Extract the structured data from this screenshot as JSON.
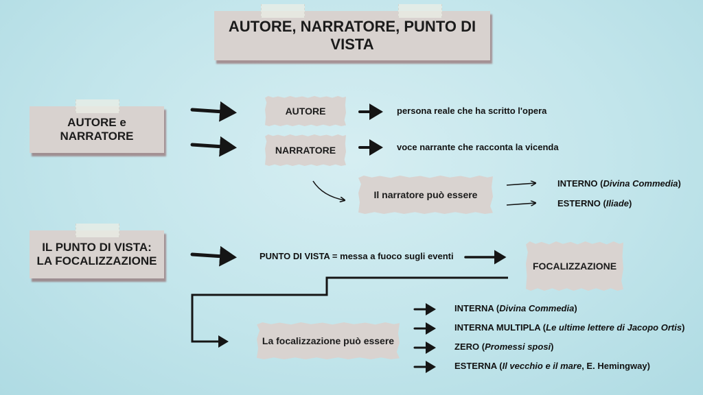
{
  "title": "AUTORE, NARRATORE, PUNTO DI VISTA",
  "section1": {
    "label": "AUTORE e NARRATORE",
    "autore": "AUTORE",
    "autore_def": "persona reale che ha scritto l'opera",
    "narratore": "NARRATORE",
    "narratore_def": "voce narrante che racconta la vicenda",
    "can_be": "Il narratore può essere",
    "options": [
      {
        "label": "INTERNO (",
        "work": "Divina Commedia",
        "tail": ")"
      },
      {
        "label": "ESTERNO (",
        "work": "Iliade",
        "tail": ")"
      }
    ]
  },
  "section2": {
    "label_line1": "IL PUNTO DI VISTA:",
    "label_line2": "LA FOCALIZZAZIONE",
    "definition": "PUNTO DI VISTA = messa a fuoco sugli eventi",
    "focalizzazione": "FOCALIZZAZIONE",
    "can_be": "La focalizzazione può essere",
    "options": [
      {
        "label": "INTERNA (",
        "work": "Divina Commedia",
        "tail": ")"
      },
      {
        "label": "INTERNA MULTIPLA (",
        "work": "Le ultime lettere di Jacopo Ortis",
        "tail": ")"
      },
      {
        "label": "ZERO (",
        "work": "Promessi sposi",
        "tail": ")"
      },
      {
        "label": "ESTERNA (",
        "work": "Il vecchio e il mare",
        "tail": ", E. Hemingway)"
      }
    ]
  },
  "colors": {
    "paper": "#d8d2cf",
    "text": "#1b1b1b",
    "background": "#c2e5eb",
    "arrow": "#151515"
  }
}
